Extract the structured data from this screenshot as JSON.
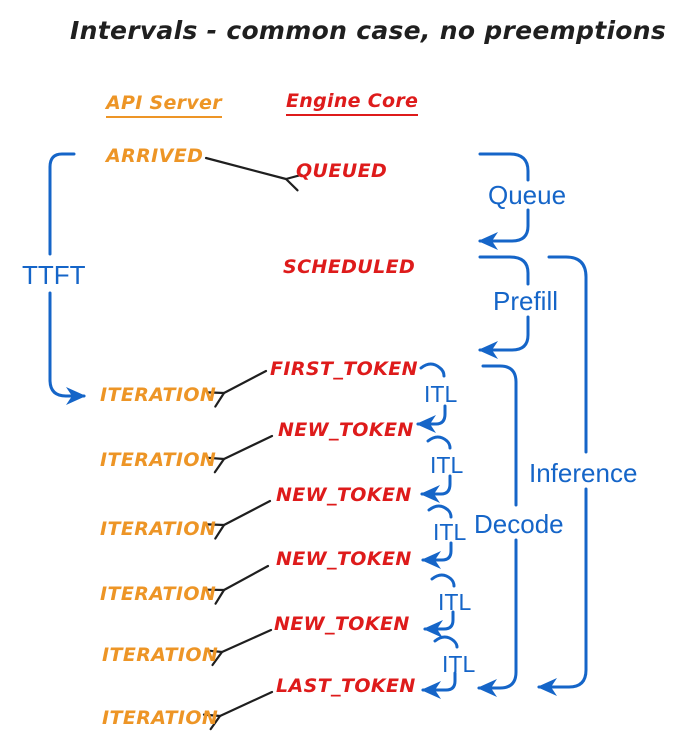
{
  "title": "Intervals - common case, no preemptions",
  "columns": {
    "api_server": "API Server",
    "engine_core": "Engine Core"
  },
  "events": {
    "arrived": "ARRIVED",
    "queued": "QUEUED",
    "scheduled": "SCHEDULED",
    "first_token": "FIRST_TOKEN",
    "new_token": "NEW_TOKEN",
    "last_token": "LAST_TOKEN",
    "iteration": "ITERATION"
  },
  "intervals": {
    "ttft": "TTFT",
    "queue": "Queue",
    "prefill": "Prefill",
    "itl": "ITL",
    "decode": "Decode",
    "inference": "Inference"
  },
  "counts": {
    "iteration_events": 6,
    "new_token_events": 4,
    "itl_marks": 5
  },
  "colors": {
    "api": "#ED9526",
    "engine": "#DE1B1B",
    "interval": "#1565C8",
    "arrow": "#1F1F1F",
    "background": "#FFFFFF"
  }
}
